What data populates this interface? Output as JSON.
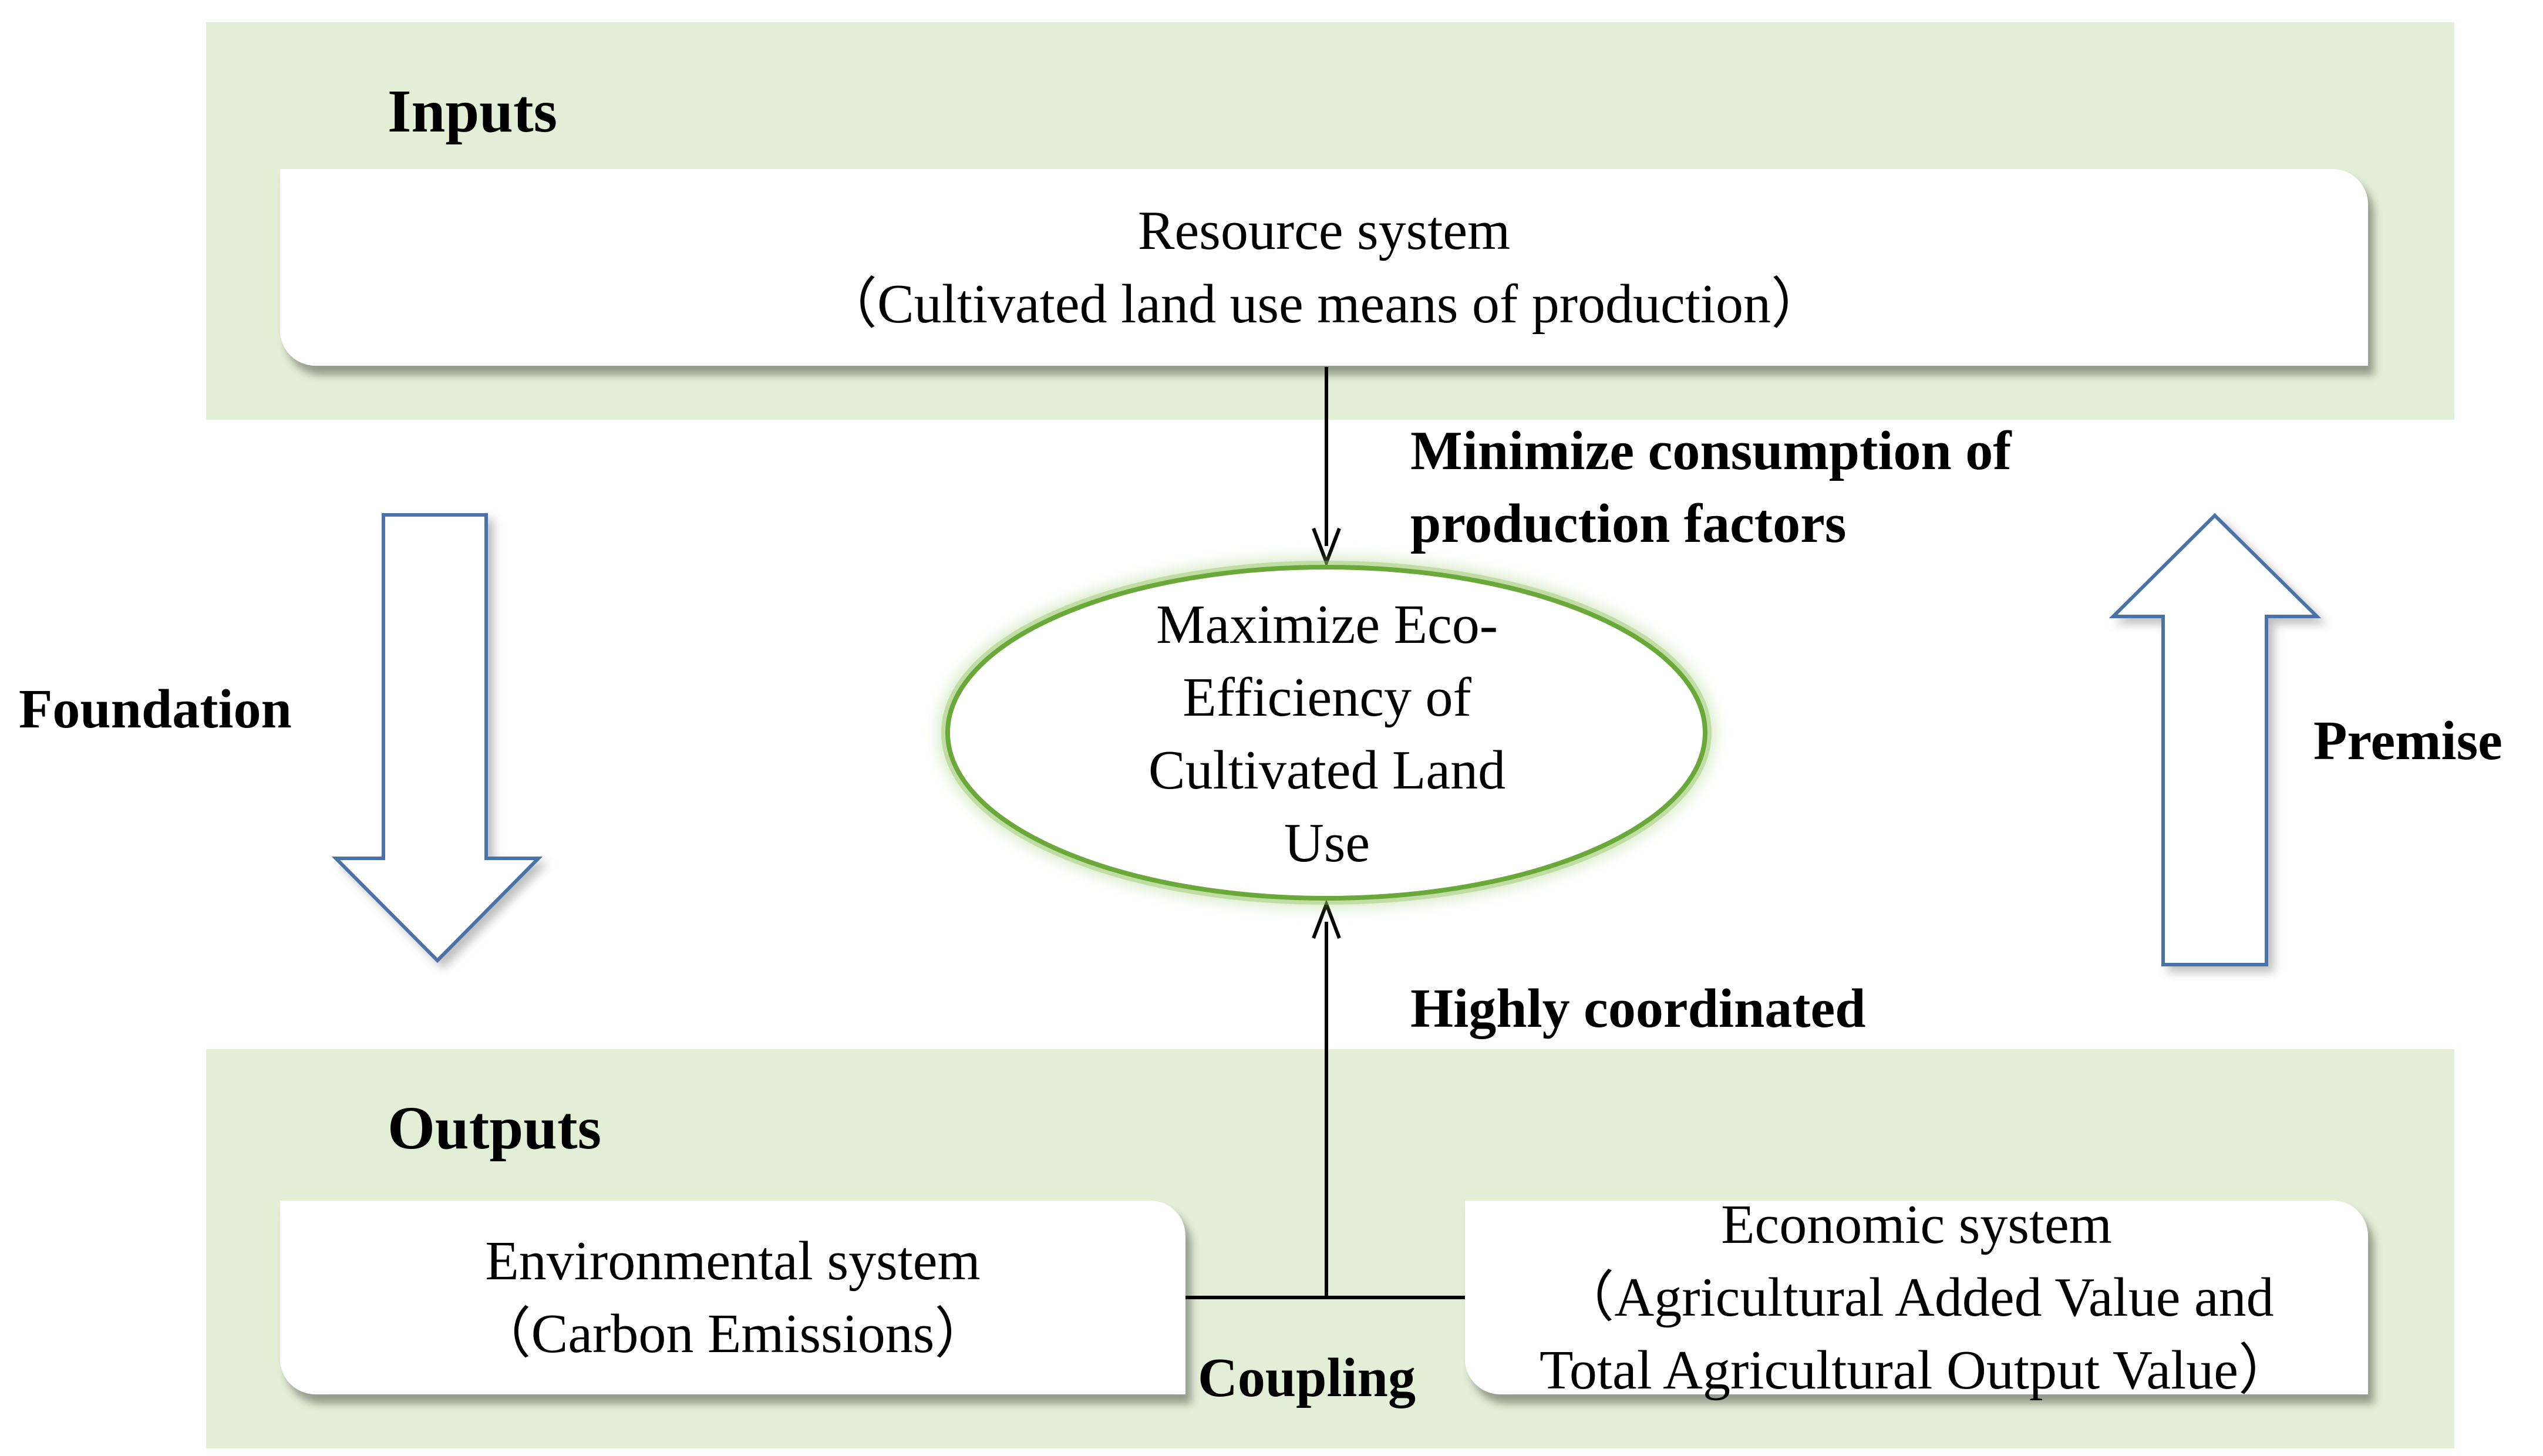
{
  "inputs": {
    "title": "Inputs",
    "resource_system": {
      "line1": "Resource system",
      "line2": "（Cultivated land use means of production）"
    }
  },
  "outputs": {
    "title": "Outputs",
    "environmental_system": {
      "line1": "Environmental system",
      "line2": "（Carbon Emissions）"
    },
    "economic_system": {
      "line1": "Economic system",
      "line2": "（Agricultural Added Value and",
      "line3": "Total Agricultural Output Value）"
    }
  },
  "center": {
    "line1": "Maximize Eco-",
    "line2": "Efficiency of",
    "line3": "Cultivated Land",
    "line4": "Use"
  },
  "labels": {
    "minimize_line1": "Minimize consumption of",
    "minimize_line2": "production factors",
    "highly_coordinated": "Highly coordinated",
    "coupling": "Coupling",
    "foundation": "Foundation",
    "premise": "Premise"
  },
  "colors": {
    "band": "#e3eed6",
    "arrow_outline": "#4a73a8",
    "ellipse_stroke": "#6aa83a"
  }
}
